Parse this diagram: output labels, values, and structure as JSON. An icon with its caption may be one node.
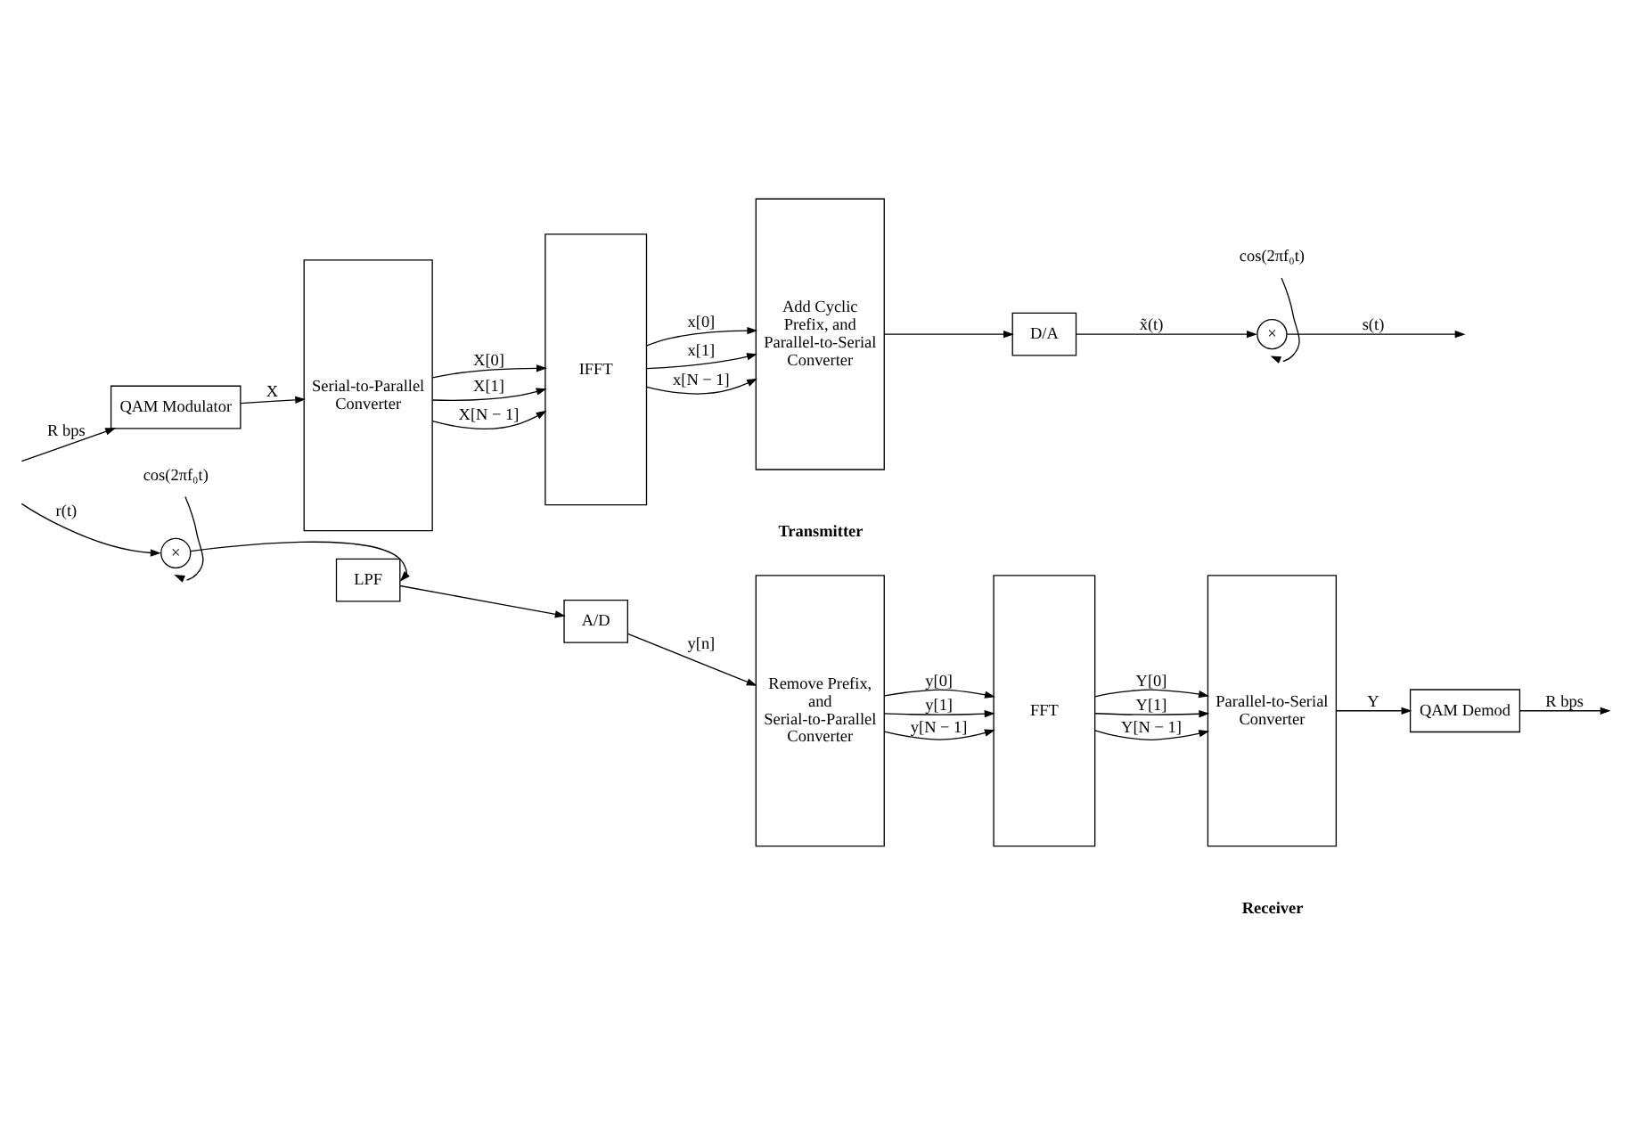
{
  "diagram": {
    "nodes": [
      {
        "text": [
          "QAM Modulator"
        ]
      },
      {
        "text": [
          "Serial-to-Parallel Converter"
        ]
      },
      {
        "text": [
          "IFFT"
        ]
      },
      {
        "text": [
          "Add Cyclic Prefix, and Parallel-to-Serial Converter"
        ]
      },
      {
        "text": [
          "D/A"
        ]
      },
      {
        "text": [
          "×"
        ]
      },
      {
        "text": [
          "cos(2πf₀t)"
        ]
      },
      {
        "text": [
          "×"
        ]
      },
      {
        "text": [
          "cos(2πf₀t)"
        ]
      },
      {
        "text": [
          "LPF"
        ]
      },
      {
        "text": [
          "A/D"
        ]
      },
      {
        "text": [
          "Remove Prefix, and Serial-to-Parallel Converter"
        ]
      },
      {
        "text": [
          "FFT"
        ]
      },
      {
        "text": [
          "Parallel-to-Serial Converter"
        ]
      },
      {
        "text": [
          "QAM Demod"
        ]
      }
    ],
    "edges": [
      {
        "from": null,
        "to": 0,
        "arrow": "to",
        "label": "R bps"
      },
      {
        "from": 0,
        "to": 1,
        "arrow": "to",
        "label": "X"
      },
      {
        "from": 1,
        "to": 2,
        "arrow": "to",
        "label": "X[0]"
      },
      {
        "from": 1,
        "to": 2,
        "arrow": "to",
        "label": "X[1]"
      },
      {
        "from": 1,
        "to": 2,
        "arrow": "to",
        "label": "X[N − 1]"
      },
      {
        "from": 2,
        "to": 3,
        "arrow": "to",
        "label": "x[0]"
      },
      {
        "from": 2,
        "to": 3,
        "arrow": "to",
        "label": "x[1]"
      },
      {
        "from": 2,
        "to": 3,
        "arrow": "to",
        "label": "x[N − 1]"
      },
      {
        "from": 3,
        "to": 4,
        "arrow": "to"
      },
      {
        "from": 4,
        "to": 5,
        "arrow": "to",
        "label": "x̃(t)"
      },
      {
        "from": 6,
        "to": 5,
        "arrow": "to"
      },
      {
        "from": 5,
        "to": null,
        "arrow": "to",
        "label": "s(t)"
      },
      {
        "from": null,
        "to": 7,
        "arrow": "to",
        "label": "r(t)"
      },
      {
        "from": 8,
        "to": 7,
        "arrow": "to"
      },
      {
        "from": 7,
        "to": 9,
        "arrow": "to"
      },
      {
        "from": 9,
        "to": 10,
        "arrow": "to"
      },
      {
        "from": 10,
        "to": 11,
        "arrow": "to",
        "label": "y[n]"
      },
      {
        "from": 11,
        "to": 12,
        "arrow": "to",
        "label": "y[0]"
      },
      {
        "from": 11,
        "to": 12,
        "arrow": "to",
        "label": "y[1]"
      },
      {
        "from": 11,
        "to": 12,
        "arrow": "to",
        "label": "y[N − 1]"
      },
      {
        "from": 12,
        "to": 13,
        "arrow": "to",
        "label": "Y[0]"
      },
      {
        "from": 12,
        "to": 13,
        "arrow": "to",
        "label": "Y[1]"
      },
      {
        "from": 12,
        "to": 13,
        "arrow": "to",
        "label": "Y[N − 1]"
      },
      {
        "from": 13,
        "to": 14,
        "arrow": "to",
        "label": "Y"
      },
      {
        "from": 14,
        "to": null,
        "arrow": "to",
        "label": "R bps"
      }
    ],
    "labels": [
      "Transmitter",
      "Receiver"
    ]
  }
}
